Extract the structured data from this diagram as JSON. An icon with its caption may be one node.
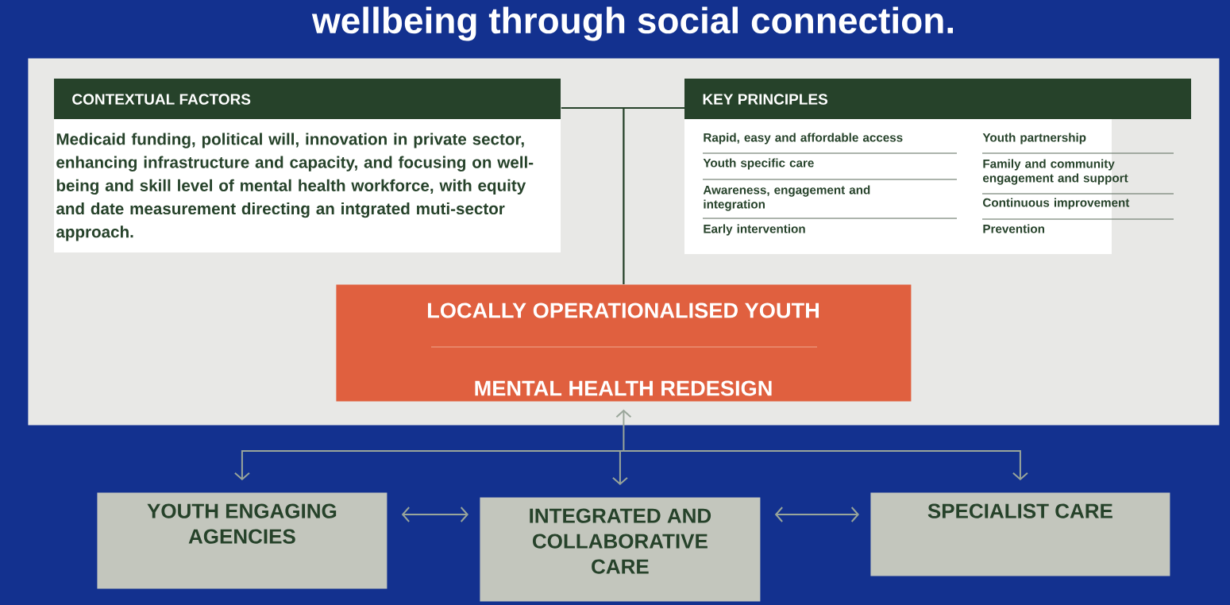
{
  "diagram": {
    "title": "wellbeing through social connection.",
    "nodes": [
      {
        "text": [],
        "shape": "box"
      },
      {
        "text": [
          "CONTEXTUAL FACTORS",
          "Medicaid funding, political will, innovation in private sector, enhancing infrastructure and capacity, and focusing on well-being and skill level of mental health workforce, with equity and date measurement directing an intgrated muti-sector approach."
        ],
        "in": 0
      },
      {
        "text": [
          "KEY PRINCIPLES",
          "Rapid, easy and affordable access",
          "Youth specific care",
          "Awareness, engagement and integration",
          "Early intervention",
          "Youth partnership",
          "Family and community engagement and support",
          "Continuous improvement",
          "Prevention"
        ],
        "in": 0
      },
      {
        "text": [
          "LOCALLY OPERATIONALISED YOUTH",
          "MENTAL HEALTH REDESIGN"
        ],
        "in": 0
      },
      {
        "text": [
          "YOUTH ENGAGING AGENCIES"
        ]
      },
      {
        "text": [
          "INTEGRATED AND COLLABORATIVE CARE"
        ]
      },
      {
        "text": [
          "SPECIALIST CARE"
        ]
      }
    ],
    "edges": [
      {
        "from": 1,
        "to": 3,
        "arrow": "none",
        "color": "#26422a"
      },
      {
        "from": 2,
        "to": 3,
        "arrow": "none",
        "color": "#26422a"
      },
      {
        "from": 3,
        "to": 4,
        "arrow": "both"
      },
      {
        "from": 3,
        "to": 5,
        "arrow": "both"
      },
      {
        "from": 3,
        "to": 6,
        "arrow": "both"
      },
      {
        "from": 4,
        "to": 5,
        "arrow": "both"
      },
      {
        "from": 5,
        "to": 6,
        "arrow": "both"
      }
    ]
  }
}
